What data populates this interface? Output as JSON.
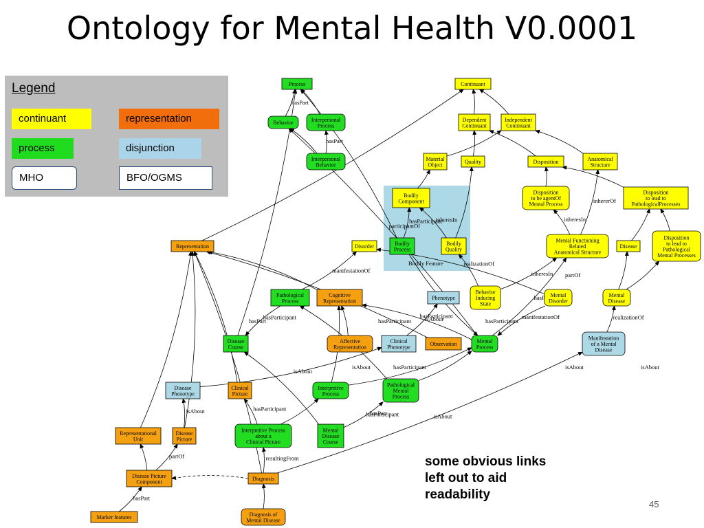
{
  "slide": {
    "title": "Ontology for Mental Health V0.0001",
    "note_lines": [
      "some obvious links",
      "left out to aid",
      "readability"
    ],
    "page_number": "45"
  },
  "legend": {
    "title": "Legend",
    "items": [
      {
        "id": "continuant",
        "label": "continuant",
        "fill": "#ffff00",
        "rounded": false
      },
      {
        "id": "representation",
        "label": "representation",
        "fill": "#f26d0c",
        "rounded": false
      },
      {
        "id": "process",
        "label": "process",
        "fill": "#1fdc1f",
        "rounded": false
      },
      {
        "id": "disjunction",
        "label": "disjunction",
        "fill": "#a9d4ea",
        "rounded": false
      },
      {
        "id": "mho",
        "label": "MHO",
        "fill": "#ffffff",
        "rounded": true
      },
      {
        "id": "bfo",
        "label": "BFO/OGMS",
        "fill": "#ffffff",
        "rounded": false
      }
    ]
  },
  "colors": {
    "yellow": "#ffff00",
    "orange": "#f5a011",
    "green": "#22dd22",
    "blue": "#add8e6",
    "region": "#add8e6"
  },
  "region_label": "Bodily Feature",
  "nodes": [
    {
      "id": "process",
      "lines": [
        "Process"
      ],
      "color": "green",
      "rounded": false
    },
    {
      "id": "behavior",
      "lines": [
        "Behavior"
      ],
      "color": "green",
      "rounded": true
    },
    {
      "id": "interp_proc",
      "lines": [
        "Interpersonal",
        "Process"
      ],
      "color": "green",
      "rounded": true
    },
    {
      "id": "interp_beh",
      "lines": [
        "Interpersonal",
        "Behavior"
      ],
      "color": "green",
      "rounded": true
    },
    {
      "id": "continuant",
      "lines": [
        "Continuant"
      ],
      "color": "yellow",
      "rounded": false
    },
    {
      "id": "dep_cont",
      "lines": [
        "Dependent",
        "Continuant"
      ],
      "color": "yellow",
      "rounded": false
    },
    {
      "id": "indep_cont",
      "lines": [
        "Independent",
        "Continuant"
      ],
      "color": "yellow",
      "rounded": false
    },
    {
      "id": "mat_obj",
      "lines": [
        "Material",
        "Object"
      ],
      "color": "yellow",
      "rounded": false
    },
    {
      "id": "quality",
      "lines": [
        "Quality"
      ],
      "color": "yellow",
      "rounded": false
    },
    {
      "id": "disposition",
      "lines": [
        "Disposition"
      ],
      "color": "yellow",
      "rounded": false
    },
    {
      "id": "anat_struct",
      "lines": [
        "Anatomical",
        "Structure"
      ],
      "color": "yellow",
      "rounded": false
    },
    {
      "id": "bodily_comp",
      "lines": [
        "Bodily",
        "Component"
      ],
      "color": "yellow",
      "rounded": false
    },
    {
      "id": "disp_agent",
      "lines": [
        "Disposition",
        "to be agentOf",
        "Mental Process"
      ],
      "color": "yellow",
      "rounded": true
    },
    {
      "id": "disp_lead",
      "lines": [
        "Disposition",
        "to lead to",
        "PathologicalProcesses"
      ],
      "color": "yellow",
      "rounded": false
    },
    {
      "id": "representation",
      "lines": [
        "Representation"
      ],
      "color": "orange",
      "rounded": false
    },
    {
      "id": "disorder",
      "lines": [
        "Disorder"
      ],
      "color": "yellow",
      "rounded": false
    },
    {
      "id": "bodily_proc",
      "lines": [
        "Bodily",
        "Process"
      ],
      "color": "green",
      "rounded": false
    },
    {
      "id": "bodily_qual",
      "lines": [
        "Bodily",
        "Quality"
      ],
      "color": "yellow",
      "rounded": false
    },
    {
      "id": "mf_anat",
      "lines": [
        "Mental Functioning",
        "Related",
        "Anatomical Structure"
      ],
      "color": "yellow",
      "rounded": true
    },
    {
      "id": "disease",
      "lines": [
        "Disease"
      ],
      "color": "yellow",
      "rounded": false
    },
    {
      "id": "disp_lead2",
      "lines": [
        "Disposition",
        "to lead to",
        "Pathological",
        "Mental Processes"
      ],
      "color": "yellow",
      "rounded": true
    },
    {
      "id": "path_proc",
      "lines": [
        "Pathological",
        "Process"
      ],
      "color": "green",
      "rounded": false
    },
    {
      "id": "cog_rep",
      "lines": [
        "Cognitive",
        "Representation"
      ],
      "color": "orange",
      "rounded": false
    },
    {
      "id": "phenotype",
      "lines": [
        "Phenotype"
      ],
      "color": "blue",
      "rounded": false
    },
    {
      "id": "beh_state",
      "lines": [
        "Behavior",
        "Inducing",
        "State"
      ],
      "color": "yellow",
      "rounded": true
    },
    {
      "id": "ment_dis",
      "lines": [
        "Mental",
        "Disorder"
      ],
      "color": "yellow",
      "rounded": true
    },
    {
      "id": "ment_disease",
      "lines": [
        "Mental",
        "Disease"
      ],
      "color": "yellow",
      "rounded": true
    },
    {
      "id": "dis_course",
      "lines": [
        "Disease",
        "Course"
      ],
      "color": "green",
      "rounded": false
    },
    {
      "id": "aff_rep",
      "lines": [
        "Affective",
        "Representation"
      ],
      "color": "orange",
      "rounded": true
    },
    {
      "id": "clin_pheno",
      "lines": [
        "Clinical",
        "Phenotype"
      ],
      "color": "blue",
      "rounded": false
    },
    {
      "id": "observation",
      "lines": [
        "Observation"
      ],
      "color": "orange",
      "rounded": false
    },
    {
      "id": "ment_proc",
      "lines": [
        "Mental",
        "Process"
      ],
      "color": "green",
      "rounded": true
    },
    {
      "id": "manifest",
      "lines": [
        "Manifestation",
        "of a Mental",
        "Disease"
      ],
      "color": "blue",
      "rounded": true
    },
    {
      "id": "dis_pheno",
      "lines": [
        "Disease",
        "Phenotype"
      ],
      "color": "blue",
      "rounded": false
    },
    {
      "id": "clin_pic",
      "lines": [
        "Clinical",
        "Picture"
      ],
      "color": "orange",
      "rounded": false
    },
    {
      "id": "interp_process",
      "lines": [
        "Interpretive",
        "Process"
      ],
      "color": "green",
      "rounded": true
    },
    {
      "id": "path_ment",
      "lines": [
        "Pathological",
        "Mental",
        "Process"
      ],
      "color": "green",
      "rounded": true
    },
    {
      "id": "rep_unit",
      "lines": [
        "Representational",
        "Unit"
      ],
      "color": "orange",
      "rounded": false
    },
    {
      "id": "dis_pic",
      "lines": [
        "Disease",
        "Picture"
      ],
      "color": "orange",
      "rounded": false
    },
    {
      "id": "interp_clin",
      "lines": [
        "Interpretive Process",
        "about a",
        "Clinical Picture"
      ],
      "color": "green",
      "rounded": true
    },
    {
      "id": "ment_course",
      "lines": [
        "Mental",
        "Disease",
        "Course"
      ],
      "color": "green",
      "rounded": false
    },
    {
      "id": "dpc",
      "lines": [
        "Disease Picture",
        "Component"
      ],
      "color": "orange",
      "rounded": false
    },
    {
      "id": "diagnosis",
      "lines": [
        "Diagnosis"
      ],
      "color": "orange",
      "rounded": false
    },
    {
      "id": "marker",
      "lines": [
        "Marker features"
      ],
      "color": "orange",
      "rounded": false
    },
    {
      "id": "diag_ment",
      "lines": [
        "Diagnosis of",
        "Mental Disease"
      ],
      "color": "orange",
      "rounded": true
    }
  ],
  "edges": [
    {
      "from": "behavior",
      "to": "process"
    },
    {
      "from": "interp_proc",
      "to": "process"
    },
    {
      "from": "interp_beh",
      "to": "behavior"
    },
    {
      "from": "interp_beh",
      "to": "interp_proc"
    },
    {
      "from": "dis_course",
      "to": "process"
    },
    {
      "from": "bodily_proc",
      "to": "process"
    },
    {
      "from": "ment_proc",
      "to": "behavior",
      "label": "participantOf"
    },
    {
      "from": "dep_cont",
      "to": "continuant"
    },
    {
      "from": "indep_cont",
      "to": "continuant"
    },
    {
      "from": "representation",
      "to": "continuant"
    },
    {
      "from": "mat_obj",
      "to": "indep_cont"
    },
    {
      "from": "quality",
      "to": "dep_cont"
    },
    {
      "from": "disposition",
      "to": "dep_cont"
    },
    {
      "from": "anat_struct",
      "to": "indep_cont"
    },
    {
      "from": "bodily_comp",
      "to": "mat_obj"
    },
    {
      "from": "bodily_qual",
      "to": "quality"
    },
    {
      "from": "disp_agent",
      "to": "disposition"
    },
    {
      "from": "disp_lead",
      "to": "disposition"
    },
    {
      "from": "bodily_proc",
      "to": "bodily_comp",
      "label": "hasParticipant"
    },
    {
      "from": "bodily_qual",
      "to": "bodily_comp",
      "label": "inheresIn"
    },
    {
      "from": "mf_anat",
      "to": "disp_agent",
      "label": "inheresIn"
    },
    {
      "from": "mf_anat",
      "to": "anat_struct",
      "label": "inhererOf"
    },
    {
      "from": "disease",
      "to": "disp_lead"
    },
    {
      "from": "disp_lead2",
      "to": "disp_lead"
    },
    {
      "from": "path_proc",
      "to": "disorder",
      "label": "manifestationOf"
    },
    {
      "from": "cog_rep",
      "to": "representation"
    },
    {
      "from": "beh_state",
      "to": "mf_anat",
      "label": "inheresIn"
    },
    {
      "from": "ment_dis",
      "to": "disorder",
      "label": "realizationOf"
    },
    {
      "from": "ment_disease",
      "to": "disease"
    },
    {
      "from": "ment_disease",
      "to": "disp_lead2"
    },
    {
      "from": "path_proc",
      "to": "dis_course",
      "label": "hasParticipant"
    },
    {
      "from": "aff_rep",
      "to": "cog_rep"
    },
    {
      "from": "clin_pheno",
      "to": "phenotype",
      "label": "isAbout"
    },
    {
      "from": "observation",
      "to": "representation"
    },
    {
      "from": "ment_proc",
      "to": "mf_anat",
      "label": "hasParticipant"
    },
    {
      "from": "ment_proc",
      "to": "cog_rep",
      "label": "hasParticipant"
    },
    {
      "from": "manifest",
      "to": "ment_disease",
      "label": "realizationOf"
    },
    {
      "from": "ment_dis",
      "to": "ment_proc",
      "label": "manifestationOf"
    },
    {
      "from": "clin_pic",
      "to": "representation"
    },
    {
      "from": "dis_pheno",
      "to": "clin_pheno",
      "label": "isAbout"
    },
    {
      "from": "interp_process",
      "to": "cog_rep",
      "label": "hasParticipant"
    },
    {
      "from": "interp_process",
      "to": "ment_proc"
    },
    {
      "from": "path_ment",
      "to": "ment_proc"
    },
    {
      "from": "path_ment",
      "to": "path_proc"
    },
    {
      "from": "dis_pic",
      "to": "dis_pheno",
      "label": "isAbout"
    },
    {
      "from": "dis_pic",
      "to": "representation"
    },
    {
      "from": "rep_unit",
      "to": "representation"
    },
    {
      "from": "interp_clin",
      "to": "clin_pic",
      "label": "hasParticipant"
    },
    {
      "from": "interp_clin",
      "to": "interp_process"
    },
    {
      "from": "ment_course",
      "to": "path_ment",
      "label": "hasParticipant"
    },
    {
      "from": "ment_course",
      "to": "dis_course"
    },
    {
      "from": "dpc",
      "to": "dis_pic",
      "label": "partOf"
    },
    {
      "from": "dpc",
      "to": "rep_unit"
    },
    {
      "from": "marker",
      "to": "dpc",
      "label": "hasPart"
    },
    {
      "from": "diagnosis",
      "to": "interp_clin",
      "label": "resultingFrom"
    },
    {
      "from": "diag_ment",
      "to": "diagnosis"
    },
    {
      "from": "diagnosis",
      "to": "representation"
    },
    {
      "from": "diagnosis",
      "to": "manifest",
      "label": "isAbout"
    },
    {
      "from": "diagnosis",
      "to": "dpc",
      "dashed": true
    },
    {
      "from": "beh_state",
      "to": "bodily_qual"
    },
    {
      "from": "bodily_proc",
      "to": "ment_proc"
    }
  ],
  "extra_labels": [
    {
      "id": "haspart_top",
      "text": "hasPart"
    },
    {
      "id": "haspart_interp",
      "text": "hasPart"
    },
    {
      "id": "haspart_dis",
      "text": "hasPart"
    },
    {
      "id": "haspart_path",
      "text": "hasPart"
    },
    {
      "id": "partof_right",
      "text": "partOf"
    },
    {
      "id": "isabout_mid",
      "text": "isAbout"
    },
    {
      "id": "isabout_right1",
      "text": "isAbout"
    },
    {
      "id": "isabout_right2",
      "text": "isAbout"
    },
    {
      "id": "hasparticipant_mid",
      "text": "hasParticipant"
    },
    {
      "id": "hasparticipant_right",
      "text": "hasParticipant"
    },
    {
      "id": "hasparticipant_pheno",
      "text": "hasParticipant"
    }
  ]
}
